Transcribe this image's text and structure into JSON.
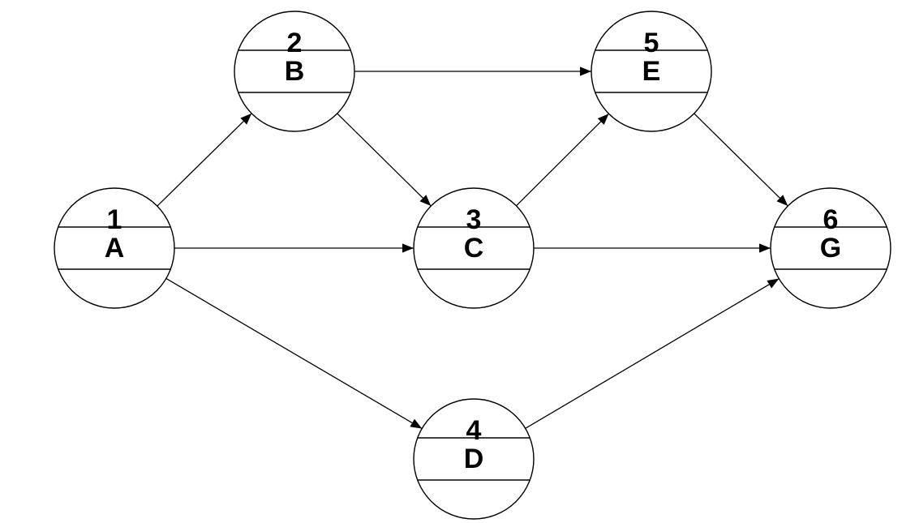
{
  "diagram": {
    "nodes": [
      {
        "id": "1",
        "number": "1",
        "label": "A"
      },
      {
        "id": "2",
        "number": "2",
        "label": "B"
      },
      {
        "id": "3",
        "number": "3",
        "label": "C"
      },
      {
        "id": "4",
        "number": "4",
        "label": "D"
      },
      {
        "id": "5",
        "number": "5",
        "label": "E"
      },
      {
        "id": "6",
        "number": "6",
        "label": "G"
      }
    ],
    "edges": [
      {
        "from": "1",
        "to": "2"
      },
      {
        "from": "1",
        "to": "3"
      },
      {
        "from": "1",
        "to": "4"
      },
      {
        "from": "2",
        "to": "5"
      },
      {
        "from": "2",
        "to": "3"
      },
      {
        "from": "3",
        "to": "5"
      },
      {
        "from": "3",
        "to": "6"
      },
      {
        "from": "4",
        "to": "6"
      },
      {
        "from": "5",
        "to": "6"
      }
    ]
  }
}
